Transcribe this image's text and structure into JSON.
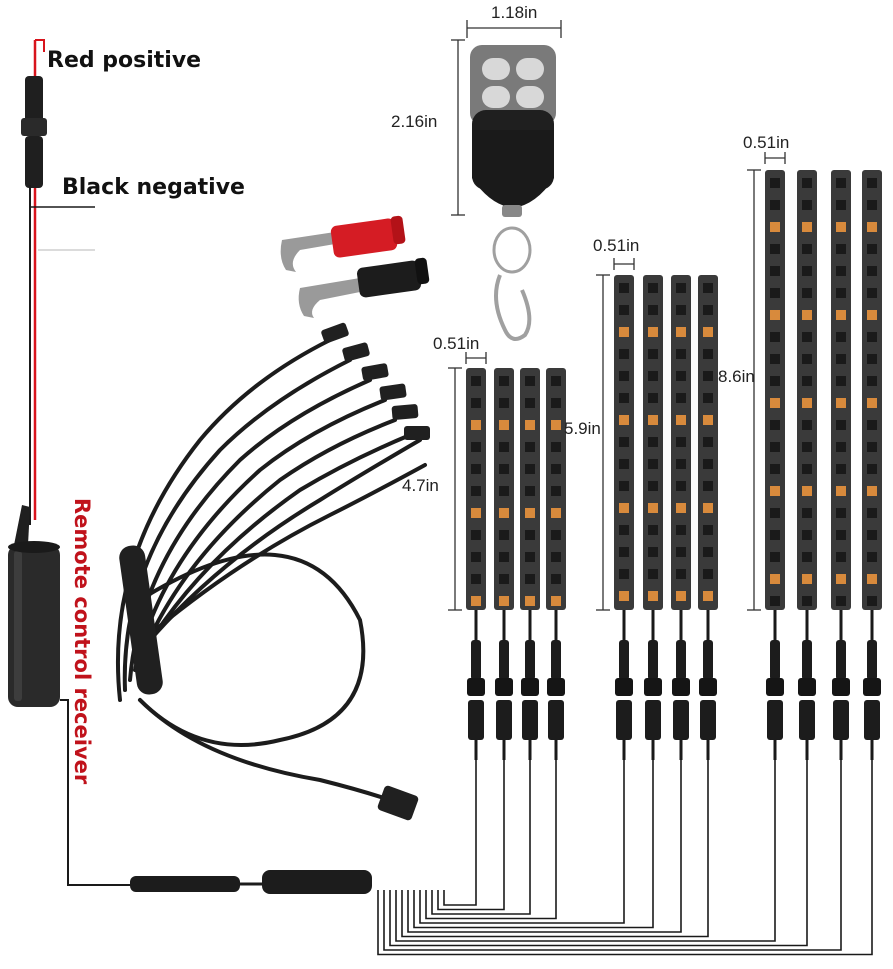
{
  "labels": {
    "red_positive": "Red positive",
    "black_negative": "Black negative",
    "receiver": "Remote control receiver"
  },
  "dimensions": {
    "remote_width": "1.18in",
    "remote_height": "2.16in",
    "short_strip_width": "0.51in",
    "short_strip_length": "4.7in",
    "medium_strip_width": "0.51in",
    "medium_strip_length": "5.9in",
    "long_strip_width": "0.51in",
    "long_strip_length": "8.6in"
  },
  "colors": {
    "label_red": "#c0121b",
    "wire_red": "#d8141c",
    "wire_black": "#1a1a1a",
    "strip_body": "#3a3a3a",
    "led_amber": "#d88a3c"
  }
}
